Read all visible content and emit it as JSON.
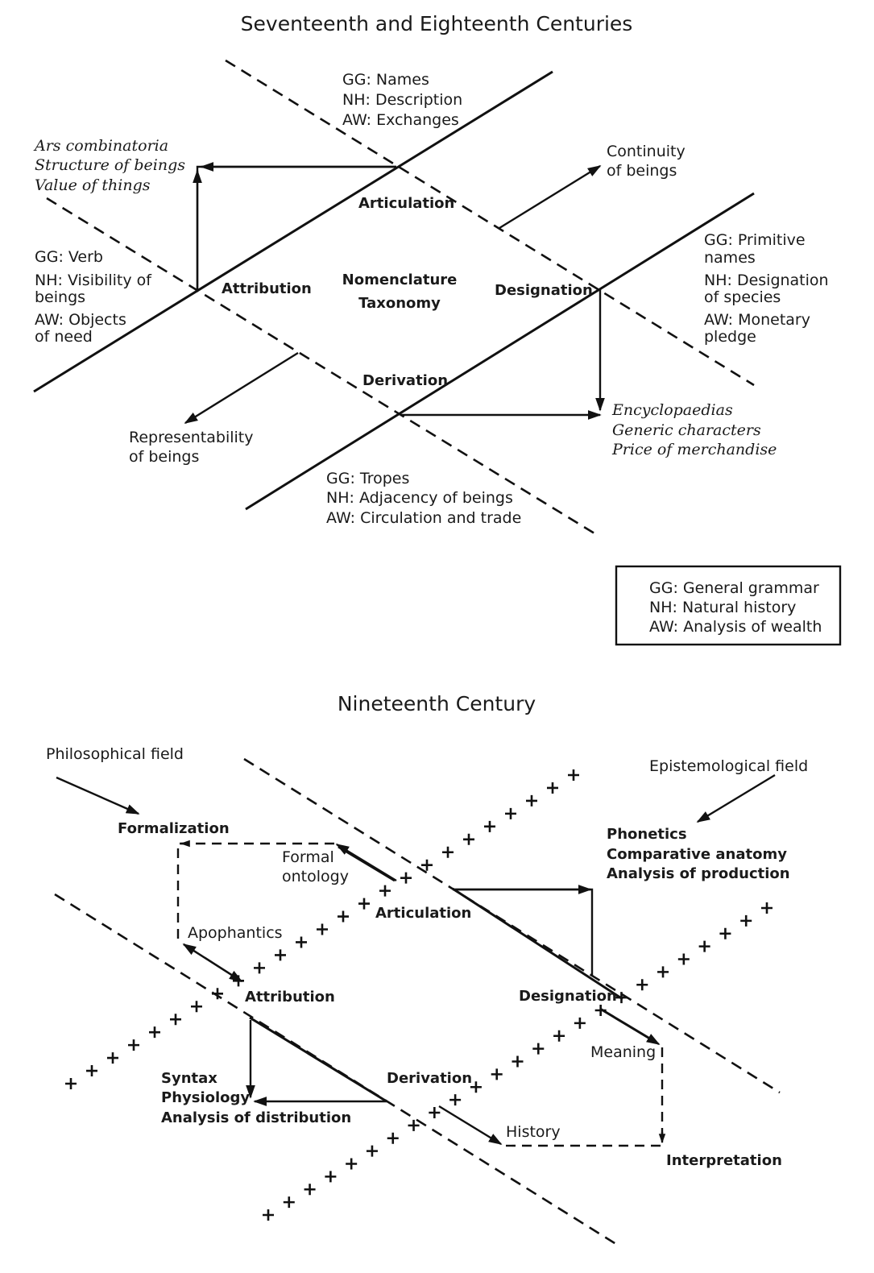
{
  "top": {
    "title": "Seventeenth and Eighteenth Centuries",
    "nw": [
      "Ars combinatoria",
      "Structure of beings",
      "Value of things"
    ],
    "n": [
      "GG: Names",
      "NH: Description",
      "AW: Exchanges"
    ],
    "ne_arrow": [
      "Continuity",
      "of beings"
    ],
    "w": [
      "GG: Verb",
      "NH: Visibility of",
      "beings",
      "AW: Objects",
      "of need"
    ],
    "e": [
      "GG: Primitive",
      "names",
      "NH: Designation",
      "of species",
      "AW: Monetary",
      "pledge"
    ],
    "articulation": "Articulation",
    "attribution": "Attribution",
    "center": [
      "Nomenclature",
      "Taxonomy"
    ],
    "designation": "Designation",
    "derivation": "Derivation",
    "sw_arrow": [
      "Representability",
      "of beings"
    ],
    "se": [
      "Encyclopaedias",
      "Generic characters",
      "Price of merchandise"
    ],
    "s": [
      "GG: Tropes",
      "NH: Adjacency of beings",
      "AW: Circulation and trade"
    ],
    "legend": [
      "GG: General grammar",
      "NH: Natural history",
      "AW: Analysis of wealth"
    ]
  },
  "bottom": {
    "title": "Nineteenth Century",
    "philosophical": "Philosophical field",
    "epistemological": "Epistemological field",
    "formalization": "Formalization",
    "ne_list": [
      "Phonetics",
      "Comparative anatomy",
      "Analysis of production"
    ],
    "formal_ontology": [
      "Formal",
      "ontology"
    ],
    "articulation": "Articulation",
    "apophantics": "Apophantics",
    "attribution": "Attribution",
    "designation": "Designation",
    "meaning": "Meaning",
    "sw_list": [
      "Syntax",
      "Physiology",
      "Analysis of distribution"
    ],
    "derivation": "Derivation",
    "history": "History",
    "interpretation": "Interpretation"
  }
}
